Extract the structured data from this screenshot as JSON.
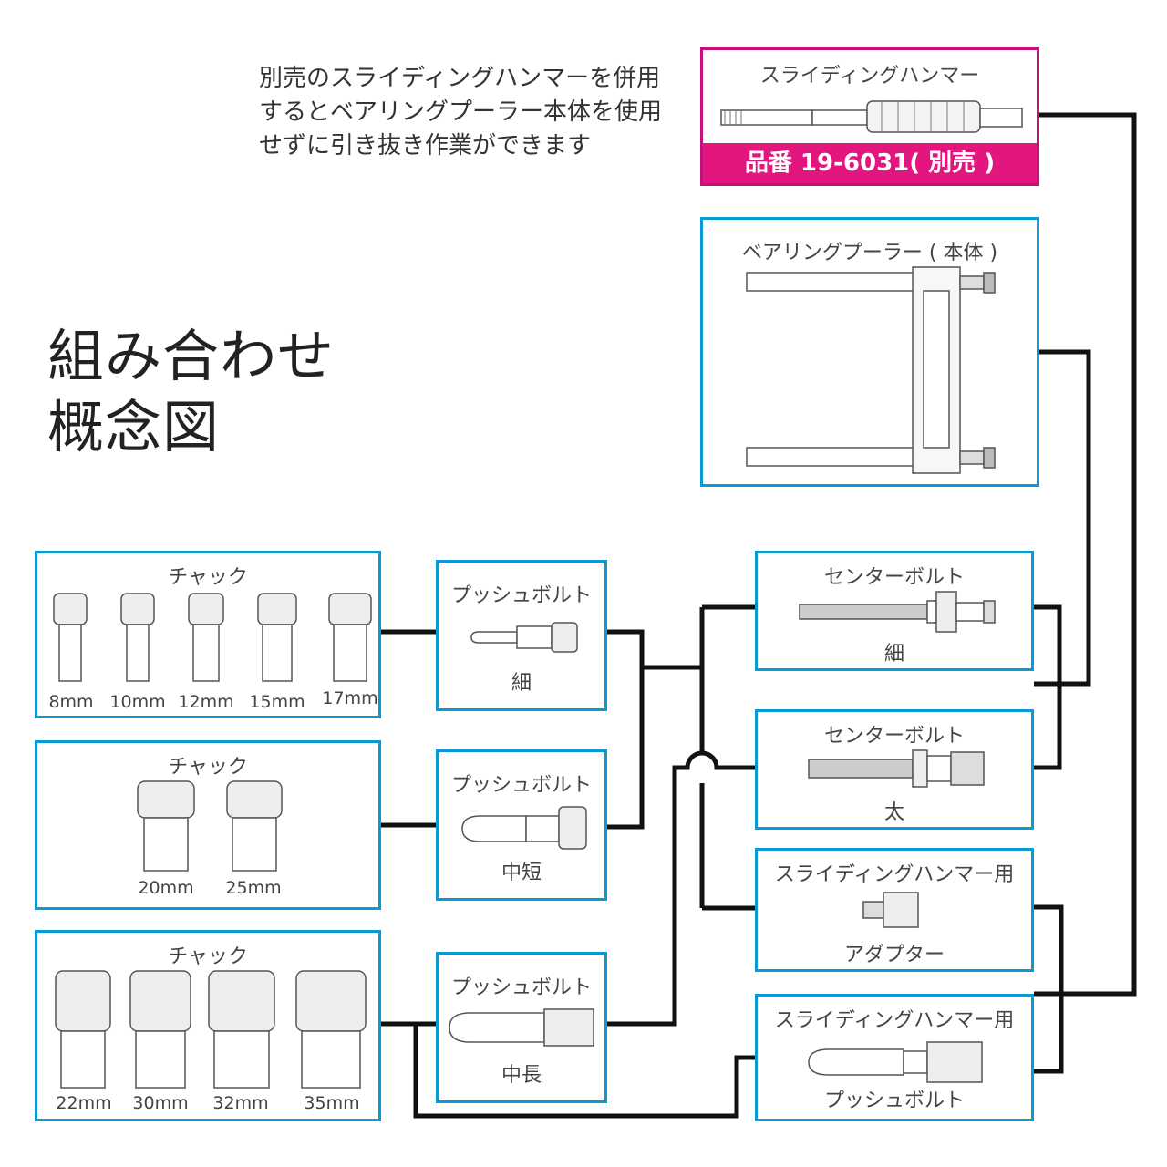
{
  "note": {
    "line1": "別売のスライディングハンマーを併用",
    "line2": "するとベアリングプーラー本体を使用",
    "line3": "せずに引き抜き作業ができます"
  },
  "title": {
    "line1": "組み合わせ",
    "line2": "概念図"
  },
  "hammer": {
    "title": "スライディングハンマー",
    "part_no": "品番 19-6031( 別売 )"
  },
  "puller": {
    "title": "ベアリングプーラー ( 本体 )"
  },
  "chuck_small": {
    "title": "チャック",
    "sizes": [
      "8mm",
      "10mm",
      "12mm",
      "15mm",
      "17mm"
    ]
  },
  "chuck_mid": {
    "title": "チャック",
    "sizes": [
      "20mm",
      "25mm"
    ]
  },
  "chuck_large": {
    "title": "チャック",
    "sizes": [
      "22mm",
      "30mm",
      "32mm",
      "35mm"
    ]
  },
  "push_thin": {
    "title": "プッシュボルト",
    "label": "細"
  },
  "push_mid_short": {
    "title": "プッシュボルト",
    "label": "中短"
  },
  "push_mid_long": {
    "title": "プッシュボルト",
    "label": "中長"
  },
  "center_thin": {
    "title": "センターボルト",
    "label": "細"
  },
  "center_thick": {
    "title": "センターボルト",
    "label": "太"
  },
  "adapter": {
    "title": "スライディングハンマー用",
    "label": "アダプター"
  },
  "hammer_push": {
    "title": "スライディングハンマー用",
    "label": "プッシュボルト"
  },
  "colors": {
    "frame": "#0a9ad6",
    "accent": "#e3157f",
    "line": "#111111"
  }
}
